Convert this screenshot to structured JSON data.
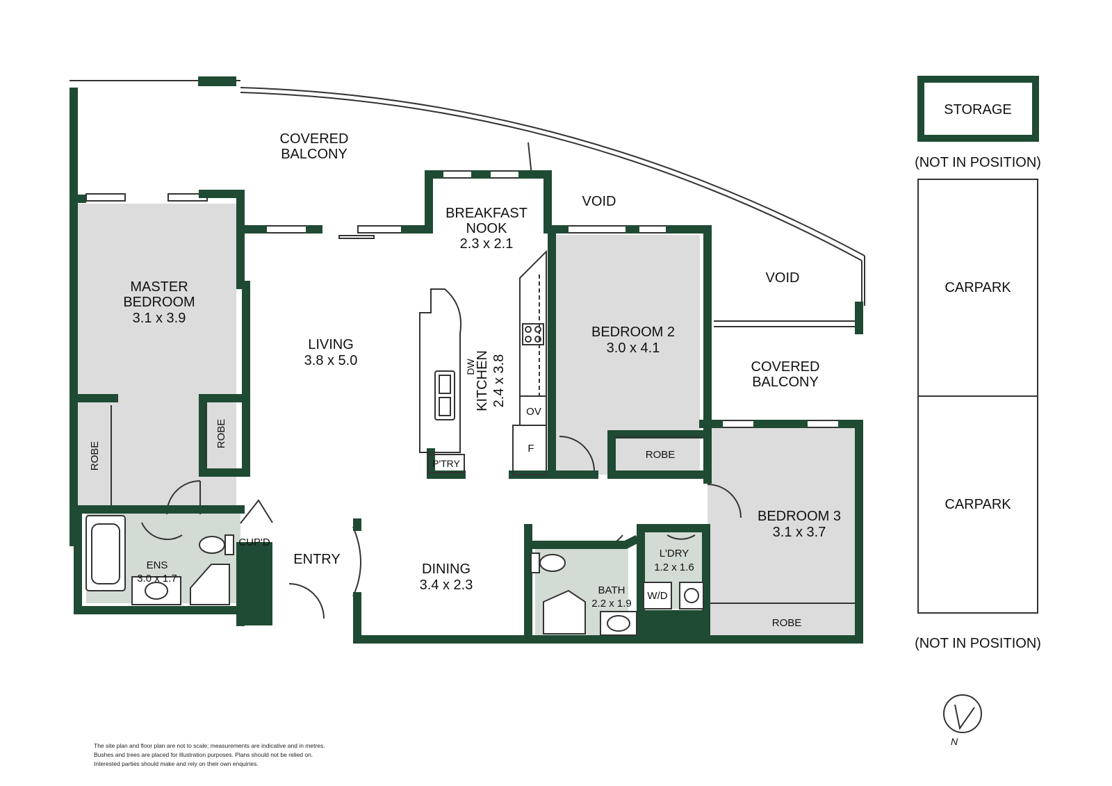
{
  "colors": {
    "wall": "#1f4a33",
    "room_fill": "#dcdcdc",
    "wet_fill": "#d2dbd4",
    "outline": "#333333",
    "background": "#ffffff"
  },
  "rooms": {
    "covered_balcony_top": [
      "COVERED",
      "BALCONY"
    ],
    "breakfast_nook": [
      "BREAKFAST",
      "NOOK",
      "2.3 x 2.1"
    ],
    "void_top": "VOID",
    "void_right": "VOID",
    "master_bedroom": [
      "MASTER",
      "BEDROOM",
      "3.1 x 3.9"
    ],
    "living": [
      "LIVING",
      "3.8 x 5.0"
    ],
    "kitchen": [
      "KITCHEN",
      "2.4 x 3.8"
    ],
    "dw": "DW",
    "bedroom2": [
      "BEDROOM 2",
      "3.0 x 4.1"
    ],
    "covered_balcony_right": [
      "COVERED",
      "BALCONY"
    ],
    "robe_left": "ROBE",
    "robe_master": "ROBE",
    "robe_bed2": "ROBE",
    "robe_bed3": "ROBE",
    "pantry": "P'TRY",
    "ov": "OV",
    "f": "F",
    "cupd": "CUP'D",
    "entry": "ENTRY",
    "dining": [
      "DINING",
      "3.4 x 2.3"
    ],
    "ens": [
      "ENS",
      "3.0 x 1.7"
    ],
    "bath": [
      "BATH",
      "2.2 x 1.9"
    ],
    "ldry": [
      "L'DRY",
      "1.2 x 1.6"
    ],
    "wd": "W/D",
    "bedroom3": [
      "BEDROOM 3",
      "3.1 x 3.7"
    ]
  },
  "side": {
    "storage": "STORAGE",
    "storage_note": "(NOT IN POSITION)",
    "carpark_1": "CARPARK",
    "carpark_2": "CARPARK",
    "carpark_note": "(NOT IN POSITION)",
    "north": "N"
  },
  "disclaimer": [
    "The site plan and floor plan are not to scale; measurements are indicative and in metres.",
    "Bushes and trees are placed for illustration purposes. Plans should not be relied on.",
    "Interested parties should make and rely on their own enquiries."
  ]
}
